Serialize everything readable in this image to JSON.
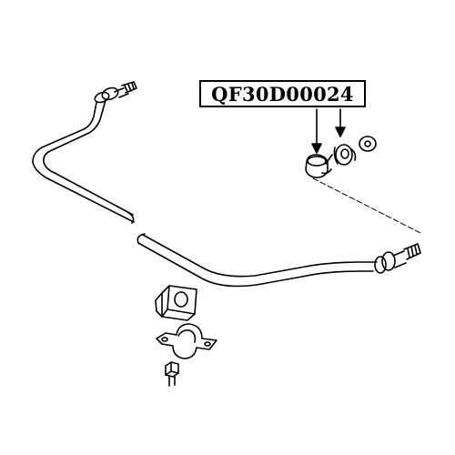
{
  "diagram": {
    "part_number": "QF30D00024",
    "colors": {
      "line": "#000000",
      "background": "#ffffff"
    },
    "components": [
      "stabilizer-bar",
      "bar-mount-bushing",
      "bushing-clamp-bracket",
      "mounting-bolt",
      "end-link-bushing-lower",
      "end-link-bushing-upper",
      "washer",
      "end-link-bolt-stud",
      "end-link-bolt-stud-left"
    ]
  }
}
